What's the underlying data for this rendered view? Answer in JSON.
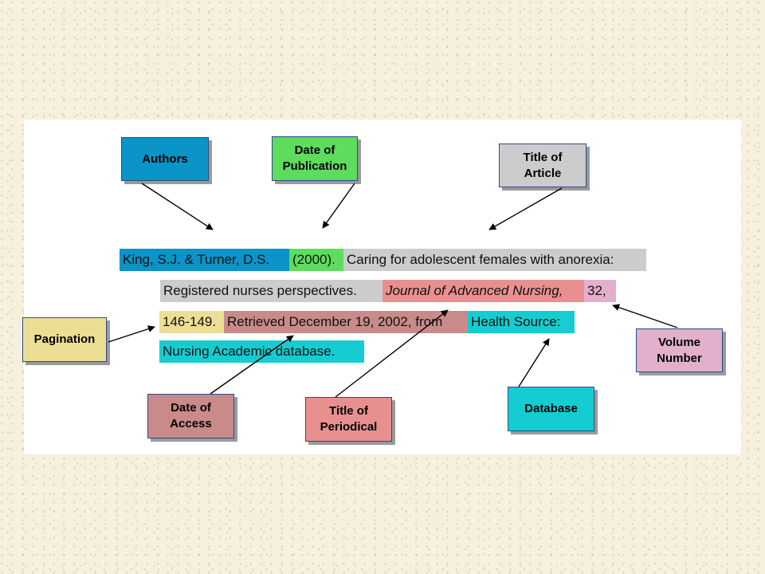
{
  "labels": {
    "authors": "Authors",
    "date_of_publication": "Date of\nPublication",
    "title_of_article": "Title of\nArticle",
    "pagination": "Pagination",
    "volume_number": "Volume\nNumber",
    "date_of_access": "Date of\nAccess",
    "title_of_periodical": "Title of\nPeriodical",
    "database": "Database"
  },
  "citation": {
    "authors": "King, S.J. & Turner, D.S.",
    "year": "(2000).",
    "article_title_1": "Caring for adolescent females with anorexia:",
    "article_title_2": "Registered nurses perspectives.",
    "periodical": "Journal of Advanced Nursing,",
    "volume": "32,",
    "pages": "146-149.",
    "retrieved": "Retrieved December 19, 2002, from",
    "database_1": "Health Source:",
    "database_2": "Nursing Academic database."
  },
  "colors": {
    "authors": "#0a94c8",
    "date_of_publication": "#5edc5e",
    "title_of_article": "#cccccc",
    "pagination": "#ecdf94",
    "volume_number": "#e2b0cc",
    "date_of_access": "#c98a8a",
    "title_of_periodical": "#e89090",
    "database": "#15cdd0"
  }
}
